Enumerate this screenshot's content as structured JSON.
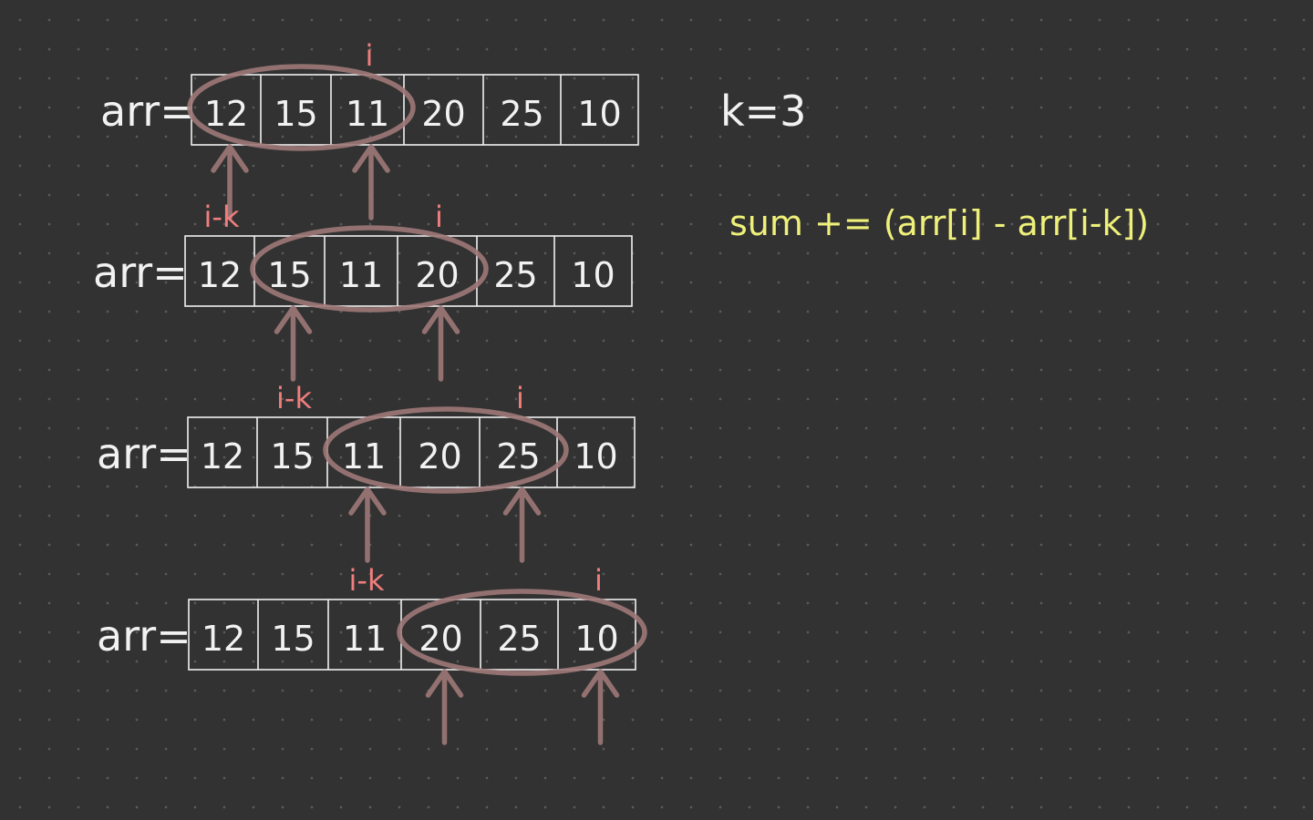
{
  "array_label": "arr=",
  "cells": [
    "12",
    "15",
    "11",
    "20",
    "25",
    "10"
  ],
  "k_label": "k=3",
  "formula": "sum += (arr[i] - arr[i-k])",
  "pointer_i": "i",
  "pointer_ik": "i-k",
  "rows": [
    {
      "window_start": 0,
      "window_end": 2,
      "arrows": [
        0,
        2
      ],
      "i_index": 2,
      "ik_index": null
    },
    {
      "window_start": 1,
      "window_end": 3,
      "arrows": [
        1,
        3
      ],
      "i_index": 3,
      "ik_index": 0
    },
    {
      "window_start": 2,
      "window_end": 4,
      "arrows": [
        2,
        4
      ],
      "i_index": 4,
      "ik_index": 1
    },
    {
      "window_start": 3,
      "window_end": 5,
      "arrows": [
        3,
        5
      ],
      "i_index": 5,
      "ik_index": 2
    }
  ],
  "colors": {
    "background": "#323232",
    "ink": "#f0f0f0",
    "pointer": "#f07e7e",
    "highlight": "#9e7878",
    "formula": "#eef07a"
  }
}
